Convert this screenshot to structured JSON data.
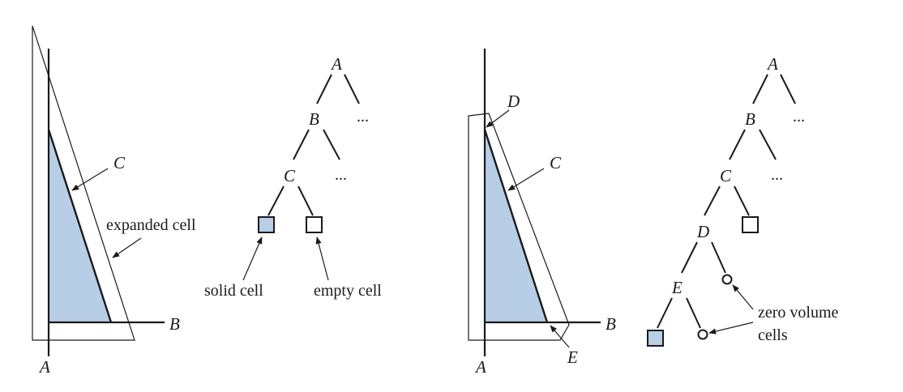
{
  "colors": {
    "solid_fill": "#b8cde6",
    "line": "#1a1a1a",
    "background": "#ffffff"
  },
  "left": {
    "axis_vertical_label": "A",
    "axis_horizontal_label": "B",
    "boundary_label": "C",
    "expanded_cell_label": "expanded cell",
    "tree": {
      "root": "A",
      "node_b": "B",
      "node_c": "C",
      "ellipsis_root": "...",
      "ellipsis_b": "...",
      "solid_cell_label": "solid cell",
      "empty_cell_label": "empty cell"
    }
  },
  "right": {
    "axis_vertical_label": "A",
    "axis_horizontal_label": "B",
    "boundary_label": "C",
    "corner_top_label": "D",
    "corner_bottom_label": "E",
    "tree": {
      "root": "A",
      "node_b": "B",
      "node_c": "C",
      "node_d": "D",
      "node_e": "E",
      "ellipsis_root": "...",
      "ellipsis_b": "...",
      "zero_volume_line1": "zero volume",
      "zero_volume_line2": "cells"
    }
  }
}
